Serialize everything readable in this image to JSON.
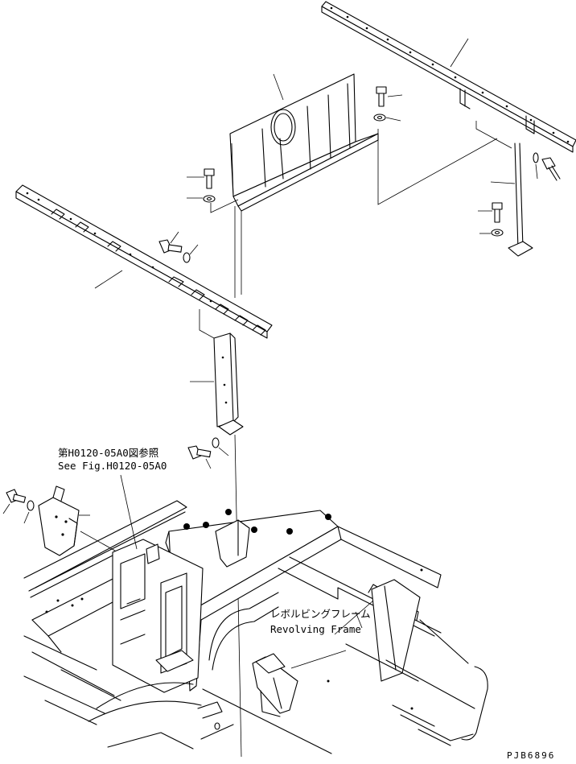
{
  "annotations": {
    "ref_jp": "第H0120-05A0図参照",
    "ref_en": "See Fig.H0120-05A0",
    "frame_jp": "レボルビングフレーム",
    "frame_en": "Revolving Frame"
  },
  "drawing_code": "PJB6896"
}
